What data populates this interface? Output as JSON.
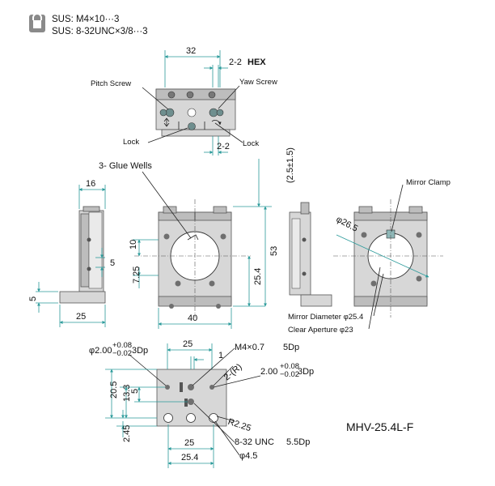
{
  "material": {
    "line1": "SUS: M4×10···3",
    "line2": "SUS: 8-32UNC×3/8···3"
  },
  "top_view": {
    "dim_width": "32",
    "hex_top_prefix": "2-2",
    "hex_top_bold": "HEX",
    "hex_bottom": "2-2",
    "pitch_screw": "Pitch Screw",
    "yaw_screw": "Yaw Screw",
    "lock_left": "Lock",
    "lock_right": "Lock"
  },
  "front_view": {
    "glue_wells": "3- Glue Wells",
    "dim_side_width": "16",
    "dim_5_side": "5",
    "dim_5_base": "5",
    "dim_base_25": "25",
    "dim_10": "10",
    "dim_7_25": "7.25",
    "dim_40": "40",
    "dim_25_4": "25.4",
    "dim_53": "53",
    "dim_travel": "(2.5±1.5)",
    "mirror_clamp": "Mirror Clamp",
    "dia_26_5": "φ26.5",
    "mirror_diameter": "Mirror Diameter φ25.4",
    "clear_aperture": "Clear Aperture φ23"
  },
  "bottom_view": {
    "pin_left_prefix": "φ2.00",
    "pin_left_tol_up": "+0.08",
    "pin_left_tol_dn": "−0.02",
    "pin_left_suffix": "3Dp",
    "pin_right_prefix": "2.00",
    "pin_right_tol_up": "+0.08",
    "pin_right_tol_dn": "−0.02",
    "pin_right_suffix": "3Dp",
    "dim_top_25": "25",
    "dim_1": "1",
    "m4_tap": "M4×0.7",
    "m4_depth": "5Dp",
    "radius_label": "2-(R)",
    "dim_20_5": "20.5",
    "dim_13_3": "13.3",
    "dim_5": "5",
    "dim_2_45": "2.45",
    "r_2_25": "R2.25",
    "unc_tap": "8-32 UNC",
    "unc_depth": "5.5Dp",
    "dim_25": "25",
    "dim_25_4": "25.4",
    "dia_4_5": "φ4.5"
  },
  "model": "MHV-25.4L-F"
}
